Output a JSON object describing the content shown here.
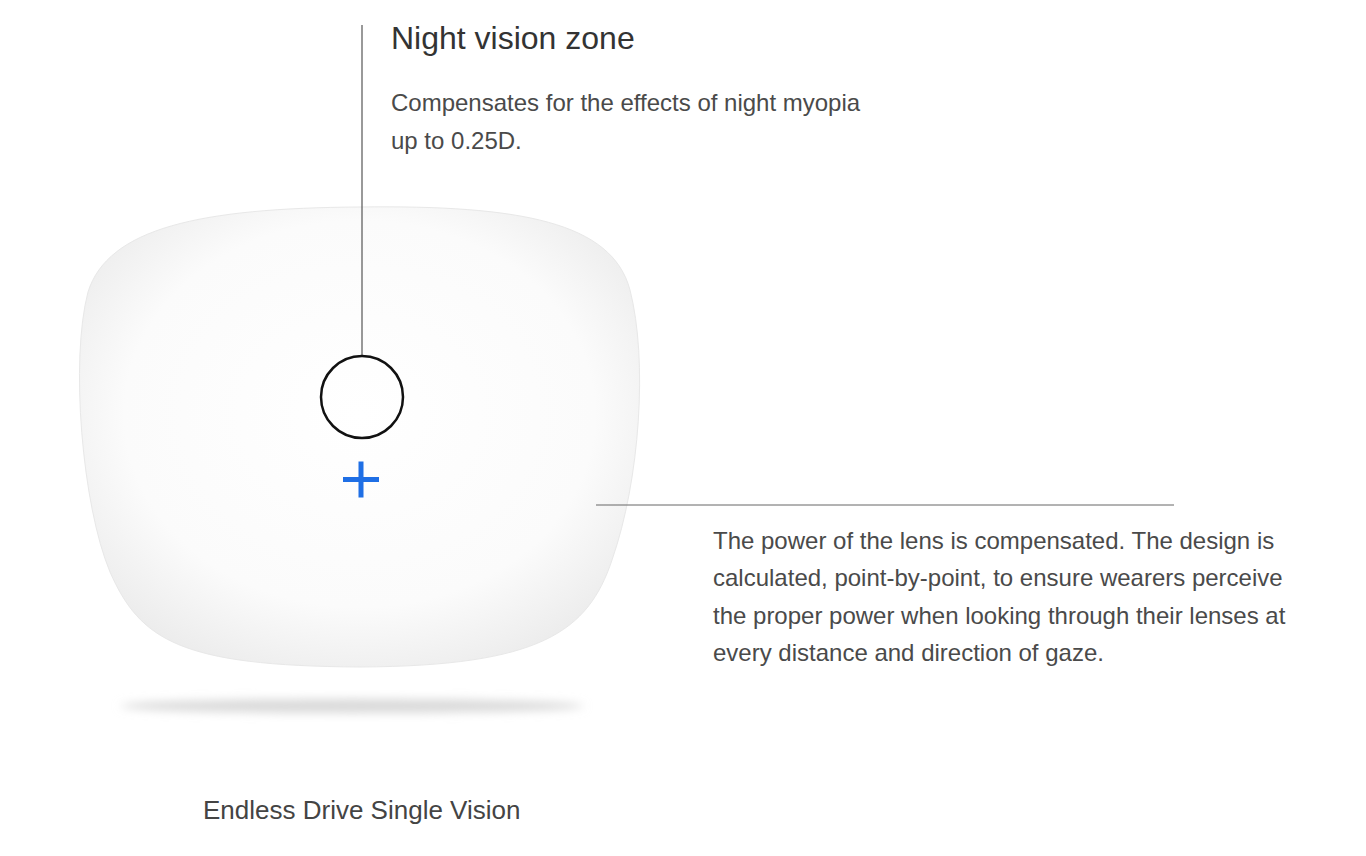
{
  "diagram": {
    "caption": "Endless Drive Single Vision",
    "labels": [
      "Night vision zone",
      "Compensates for the effects of night myopia up to 0.25D.",
      "The power of the lens is compensated. The design is calculated, point-by-point, to ensure wearers perceive the proper power when looking through their lenses at every distance and direction of gaze."
    ]
  }
}
